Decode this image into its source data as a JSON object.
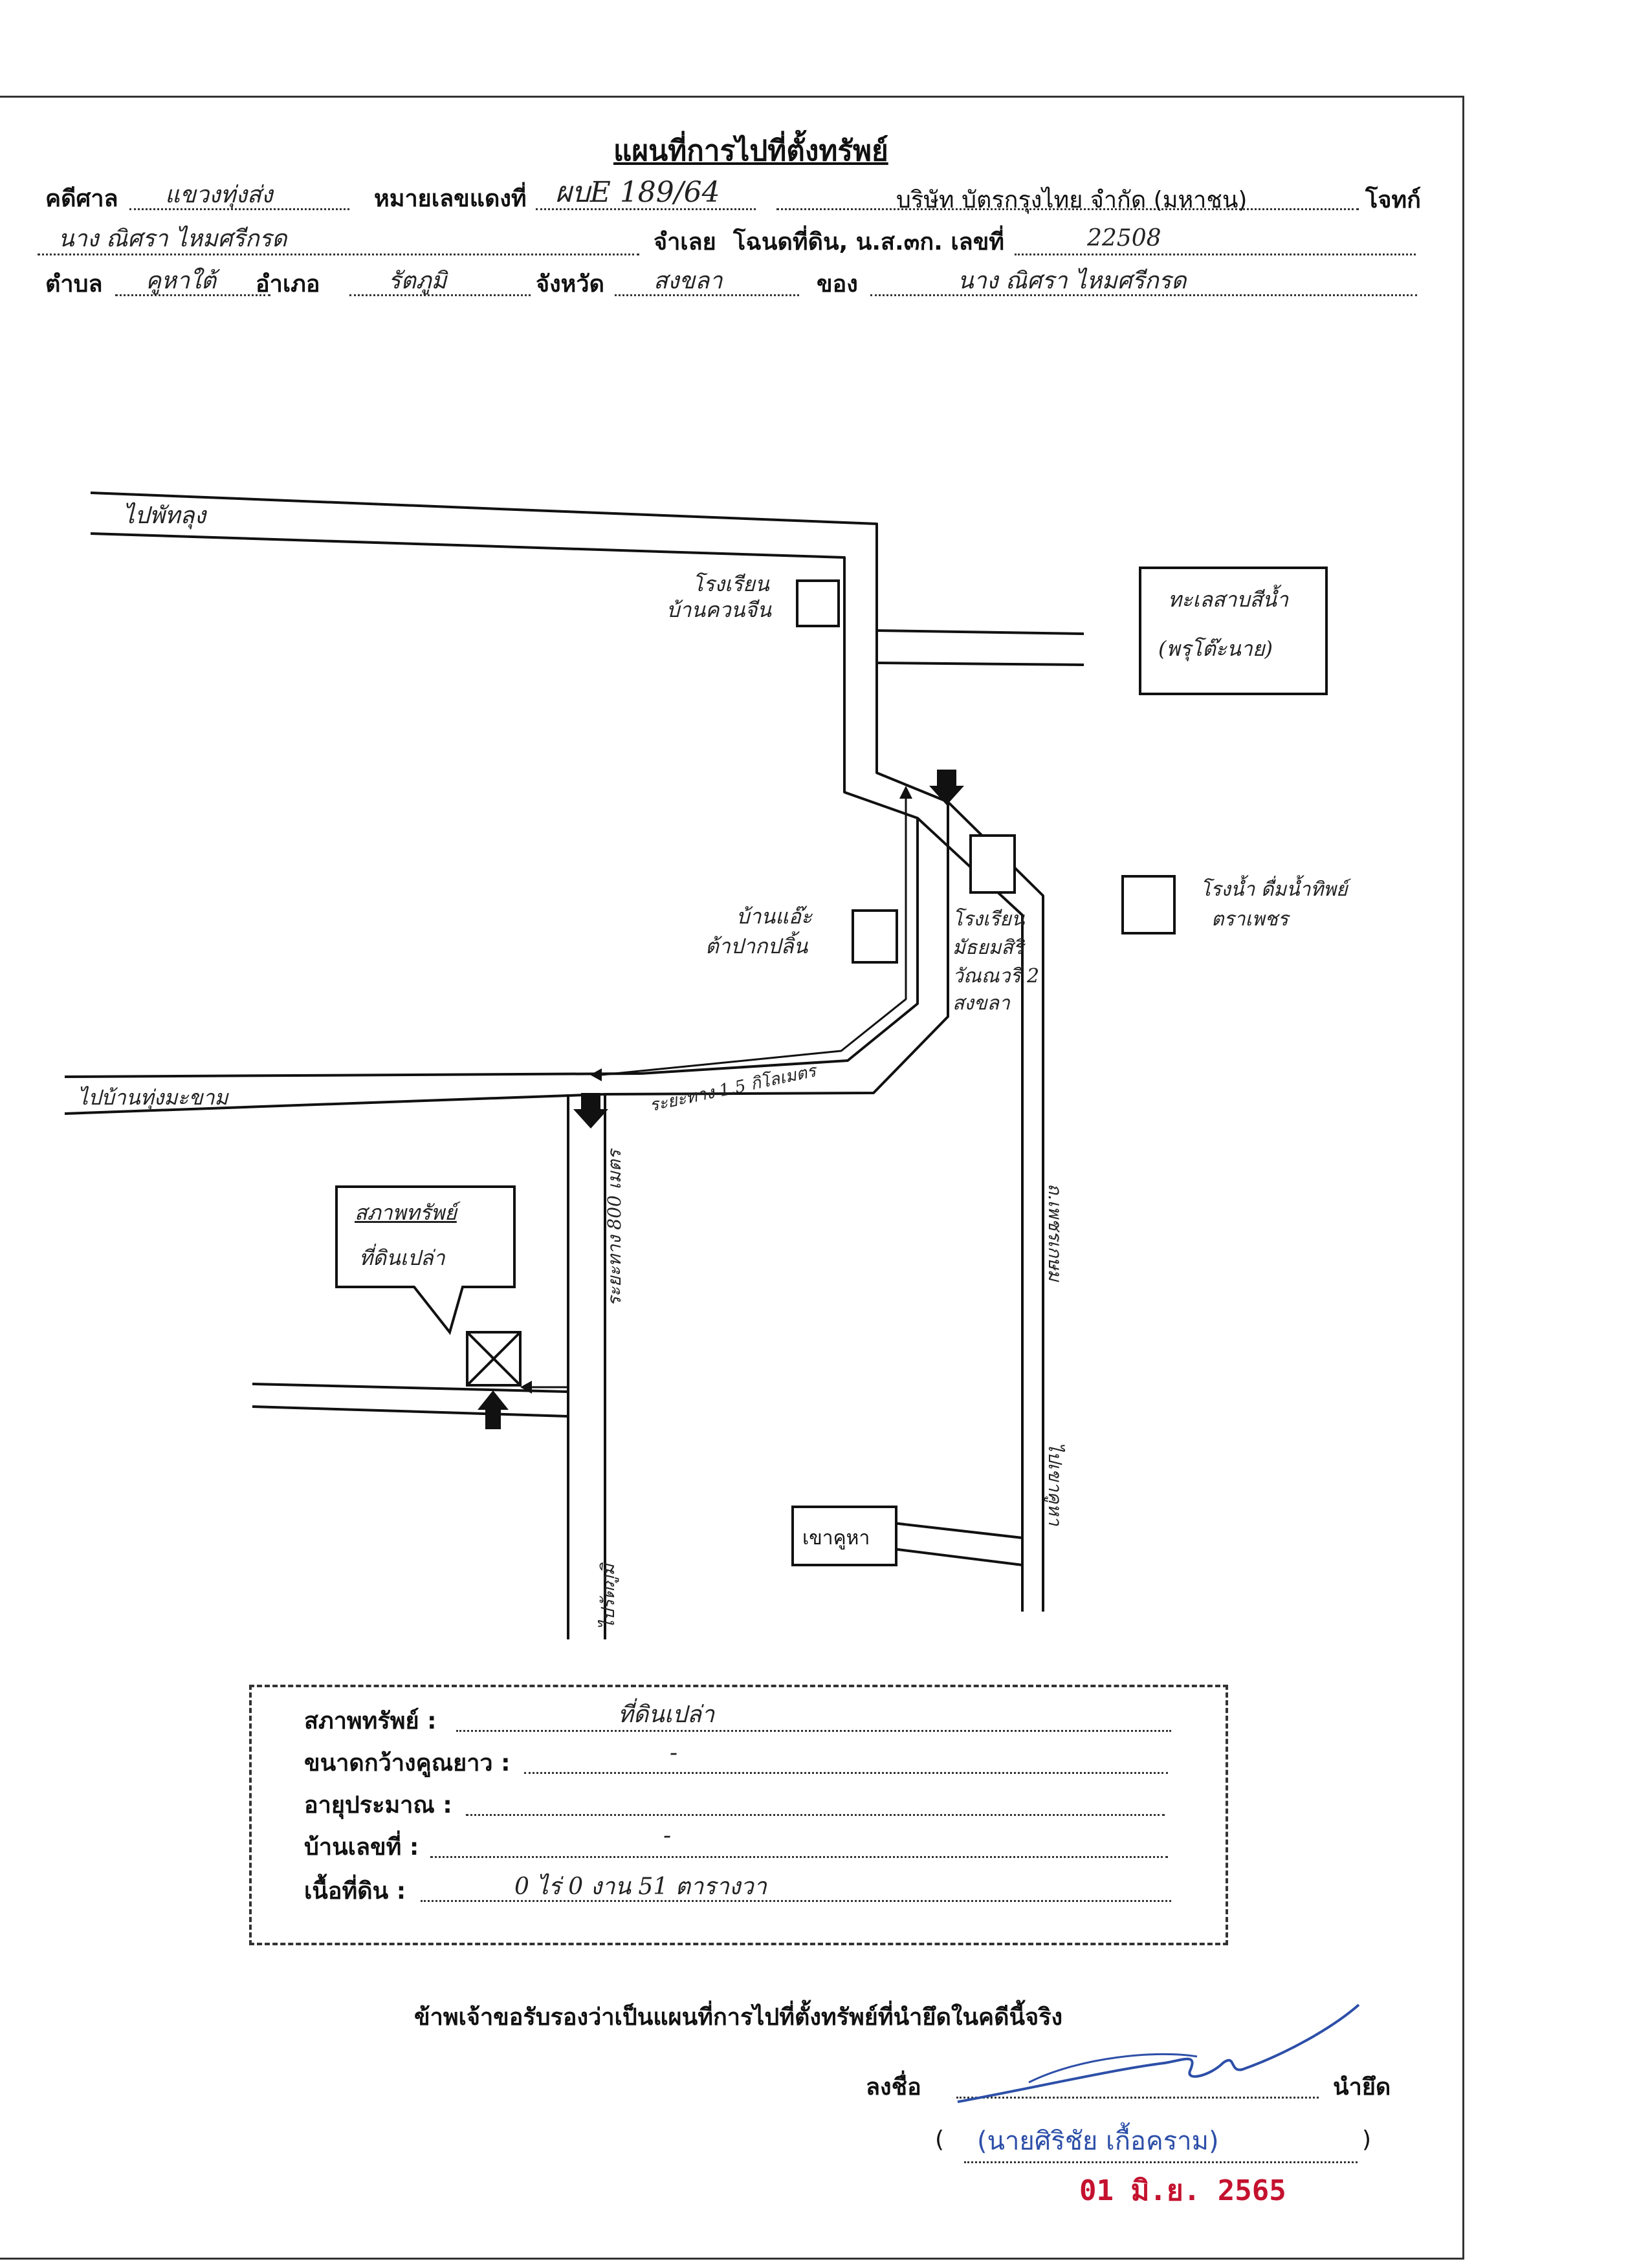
{
  "header": {
    "title": "แผนที่การไปที่ตั้งทรัพย์",
    "court_label": "คดีศาล",
    "court_value": "แขวงทุ่งส่ง",
    "case_no_label": "หมายเลขแดงที่",
    "case_no_value": "ผบE 189/64",
    "plaintiff_value": "บริษัท บัตรกรุงไทย จำกัด (มหาชน)",
    "plaintiff_label": "โจทก์",
    "defendant_value": "นาง ณิศรา ไหมศรีกรด",
    "defendant_label": "จำเลย",
    "deed_label": "โฉนดที่ดิน, น.ส.๓ก. เลขที่",
    "deed_value": "22508",
    "subdistrict_label": "ตำบล",
    "subdistrict_value": "คูหาใต้",
    "district_label": "อำเภอ",
    "district_value": "รัตภูมิ",
    "province_label": "จังหวัด",
    "province_value": "สงขลา",
    "owner_label": "ของ",
    "owner_value": "นาง ณิศรา ไหมศรีกรด"
  },
  "map": {
    "road_to_phatthalung": "ไปพัทลุง",
    "school_ban_kuan": [
      "โรงเรียน",
      "บ้านควนจีน"
    ],
    "lake_box": [
      "ทะเลสาบสีน้ำ",
      "(พรุโต๊ะนาย)"
    ],
    "shop_label": [
      "บ้านแอ๊ะ",
      "ต้าปากปลิ้น"
    ],
    "school_wat": [
      "โรงเรียน",
      "มัธยมสิริ",
      "วัณณวรี 2",
      "สงขลา"
    ],
    "factory_label": [
      "โรงน้ำ ดื่มน้ำทิพย์",
      "ตราเพชร"
    ],
    "road_to_thung_ma": "ไปบ้านทุ่งมะขาม",
    "distance_1": "ระยะทาง 1.5 กิโลเมตร",
    "distance_2": "ระยะทาง 800 เมตร",
    "road_right": "ถ.เพชรเกษม",
    "road_to_khuha": "ไปเขาคูหา",
    "road_to_rattaphum": "ไปรัตภูมิ",
    "khao_khuha": "เขาคูหา",
    "callout": [
      "สภาพทรัพย์",
      "ที่ดินเปล่า"
    ]
  },
  "property": {
    "condition_label": "สภาพทรัพย์ :",
    "condition_value": "ที่ดินเปล่า",
    "size_label": "ขนาดกว้างคูณยาว :",
    "size_value": "-",
    "age_label": "อายุประมาณ :",
    "age_value": "",
    "house_no_label": "บ้านเลขที่ :",
    "house_no_value": "-",
    "area_label": "เนื้อที่ดิน :",
    "area_value": "0 ไร่ 0 งาน 51 ตารางวา"
  },
  "certification": {
    "statement": "ข้าพเจ้าขอรับรองว่าเป็นแผนที่การไปที่ตั้งทรัพย์ที่นำยึดในคดีนี้จริง",
    "sign_label": "ลงชื่อ",
    "role_label": "นำยึด",
    "name_stamp": "(นายศิริชัย เกื้อคราม)",
    "paren_open": "(",
    "paren_close": ")",
    "date_stamp": "01 มิ.ย. 2565"
  },
  "colors": {
    "stamp_red": "#c4122f",
    "stamp_blue": "#2d4fa8",
    "ink": "#111111"
  }
}
